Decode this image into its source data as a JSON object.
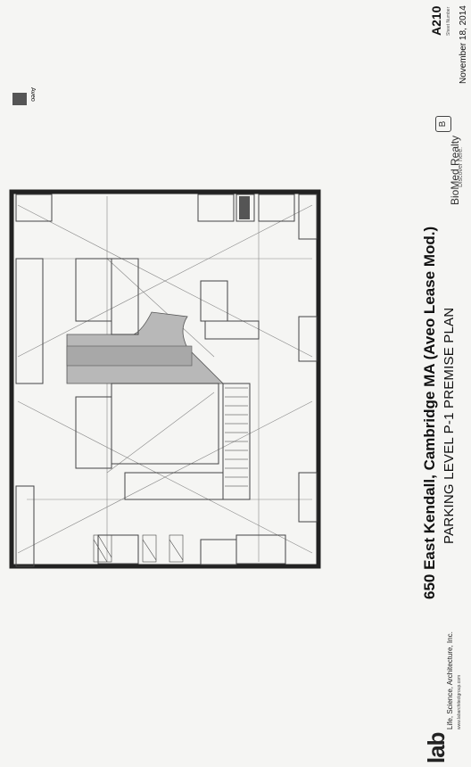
{
  "sheet": {
    "number": "A210",
    "number_label": "Sheet Number",
    "date": "November 18, 2014"
  },
  "title": {
    "project": "650 East Kendall, Cambridge MA (Aveo Lease Mod.)",
    "drawing": "PARKING LEVEL P-1 PREMISE PLAN"
  },
  "legend": {
    "label": "Aveo"
  },
  "client": {
    "logo_mark": "B",
    "name": "BioMed Realty",
    "tagline": "Discover here."
  },
  "architect": {
    "logo": "lab",
    "tagline": "Life, Science, Architecture, Inc.",
    "website": "www.labarchitectgroup.com"
  },
  "colors": {
    "paper": "#f5f5f3",
    "ink": "#222222",
    "shade": "#b8b8b8"
  }
}
